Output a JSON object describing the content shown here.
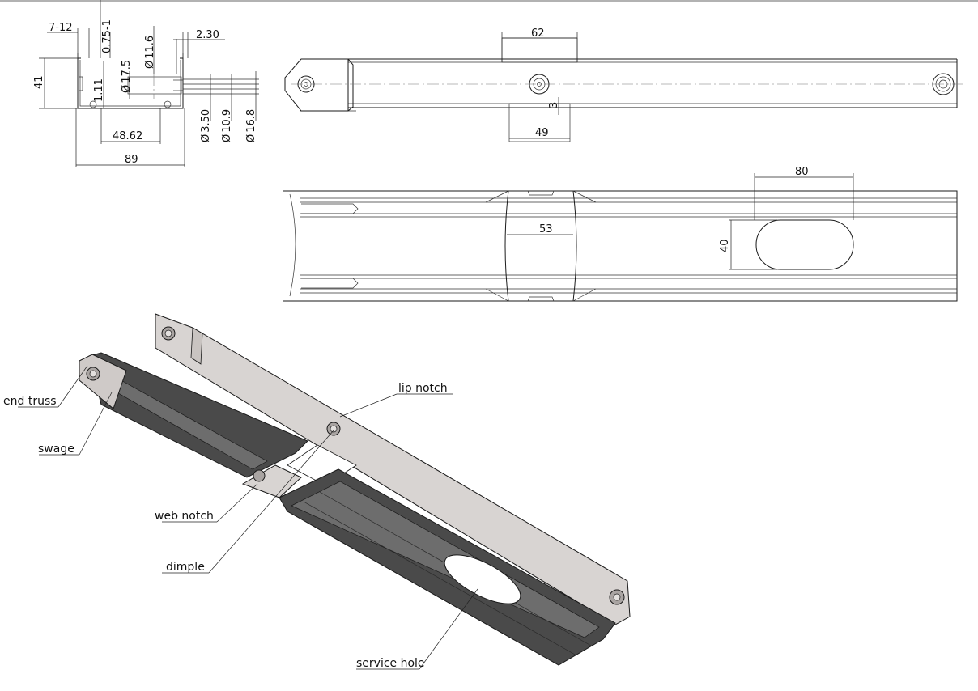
{
  "dimensions": {
    "section": {
      "d_7_12": "7-12",
      "d_075_1": "0.75-1",
      "d_41": "41",
      "d_111": "1.11",
      "d_4862": "48.62",
      "d_89": "89",
      "d_175": "17.5",
      "d_116": "11.6",
      "d_230": "2.30",
      "d_350": "3.50",
      "d_109": "10.9",
      "d_168": "16.8"
    },
    "top_view": {
      "d_62": "62",
      "d_49": "49",
      "d_3": "3"
    },
    "front_view": {
      "d_80": "80",
      "d_53": "53",
      "d_40": "40"
    }
  },
  "diameter_symbol": "Ø",
  "labels": {
    "end_truss": "end truss",
    "swage": "swage",
    "lip_notch": "lip notch",
    "web_notch": "web notch",
    "dimple": "dimple",
    "service_hole": "service hole"
  },
  "colors": {
    "flange": "#4a4a4a",
    "flange_light": "#6d6d6d",
    "web": "#d8d4d2",
    "web_dark": "#bfb9b6",
    "line": "#1a1a1a"
  }
}
